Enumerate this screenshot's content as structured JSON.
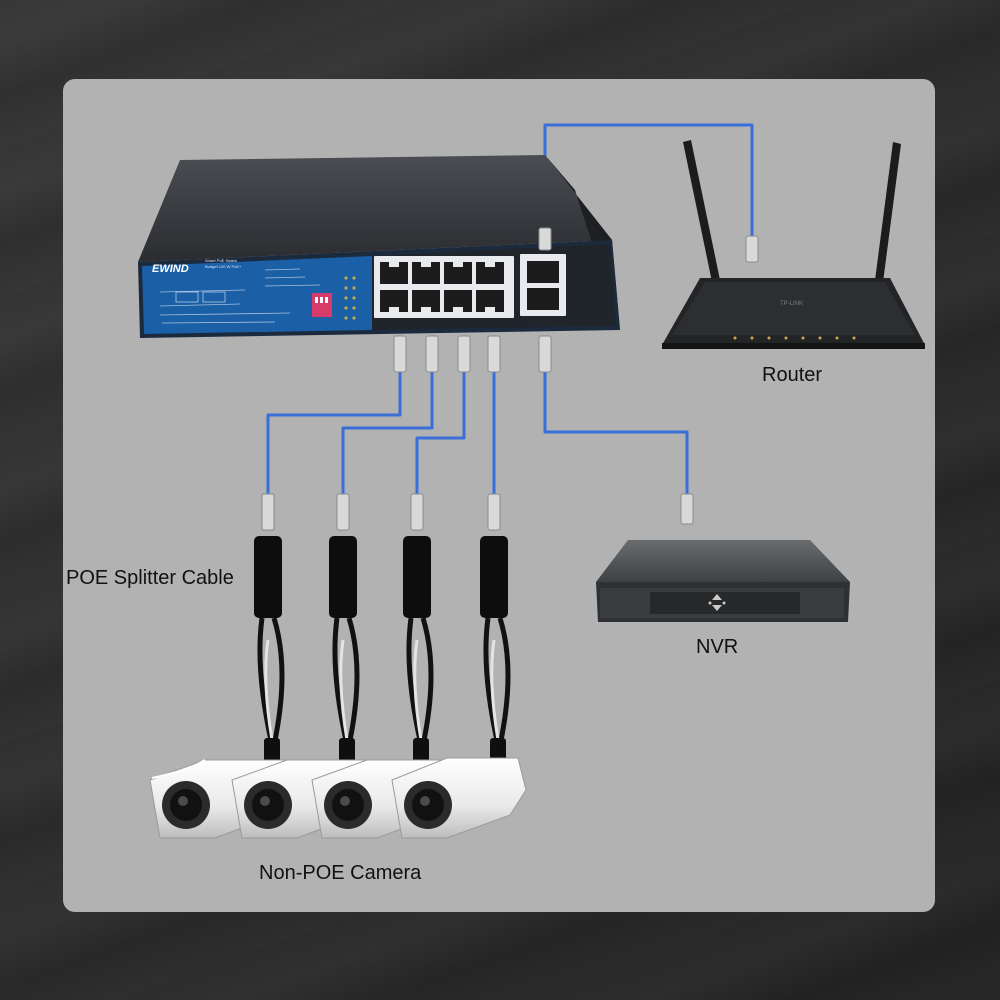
{
  "labels": {
    "router": "Router",
    "nvr": "NVR",
    "splitter": "POE Splitter Cable",
    "camera": "Non-POE Camera"
  },
  "switch": {
    "brand": "EWIND",
    "model_line1": "Smart PoE Switch",
    "model_line2": "Budget 120 W PoE+"
  },
  "router_brand": "TP-LINK",
  "colors": {
    "cable": "#3a6fd8",
    "panel": "#b2b2b2",
    "switch_face": "#1b5fa6"
  }
}
